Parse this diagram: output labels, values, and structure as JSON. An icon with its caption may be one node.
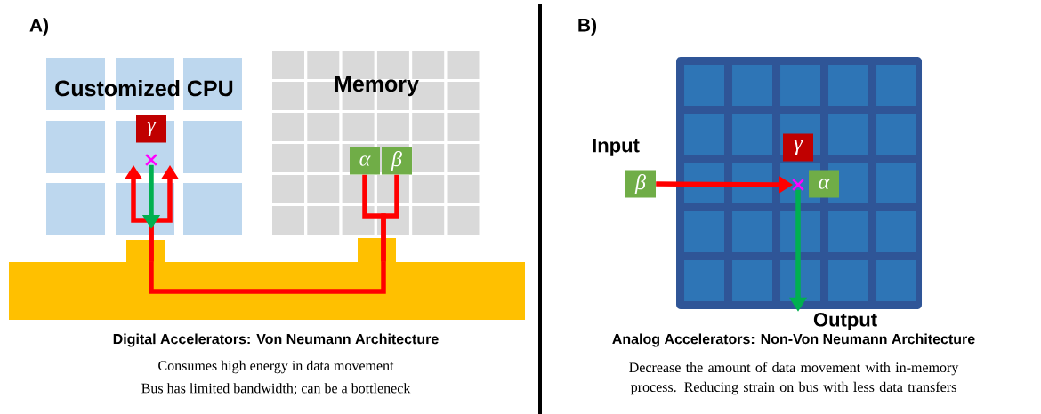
{
  "diagram": {
    "nodes": [
      {
        "text": [
          "Customized CPU"
        ]
      },
      {
        "text": [
          "Memory"
        ]
      },
      {
        "text": [
          "γ"
        ],
        "in": 0
      },
      {
        "text": [],
        "shape": "cross",
        "in": 0
      },
      {
        "text": [
          "α"
        ],
        "in": 1
      },
      {
        "text": [
          "β"
        ],
        "in": 1
      },
      {
        "text": [],
        "shape": "bar"
      },
      {
        "text": [],
        "shape": "box"
      },
      {
        "text": [
          "γ"
        ],
        "in": 7
      },
      {
        "text": [],
        "shape": "cross",
        "in": 7
      },
      {
        "text": [
          "α"
        ],
        "in": 7
      },
      {
        "text": [
          "β"
        ],
        "beside": [
          "Input"
        ]
      },
      {
        "text": [
          "Output"
        ]
      }
    ],
    "edges": [
      {
        "from": 4,
        "to": 6,
        "arrow": "none",
        "color": "#ff0000"
      },
      {
        "from": 5,
        "to": 6,
        "arrow": "none",
        "color": "#ff0000"
      },
      {
        "from": 6,
        "to": 3,
        "arrow": "to",
        "color": "#ff0000"
      },
      {
        "from": 6,
        "to": 3,
        "arrow": "to",
        "color": "#ff0000"
      },
      {
        "from": 3,
        "to": null,
        "arrow": "to",
        "color": "#00b050"
      },
      {
        "from": 11,
        "to": 9,
        "arrow": "to",
        "color": "#ff0000"
      },
      {
        "from": 9,
        "to": 12,
        "arrow": "to",
        "color": "#00b050"
      }
    ],
    "labels": [
      "A)",
      "B)",
      "Digital Accelerators: Von Neumann Architecture",
      "Consumes high energy in data movement",
      "Bus has limited bandwidth; can be a bottleneck",
      "Analog Accelerators: Non-Von Neumann Architecture",
      "Decrease the amount of data movement with in-memory process. Reducing strain on bus with less data transfers"
    ]
  }
}
